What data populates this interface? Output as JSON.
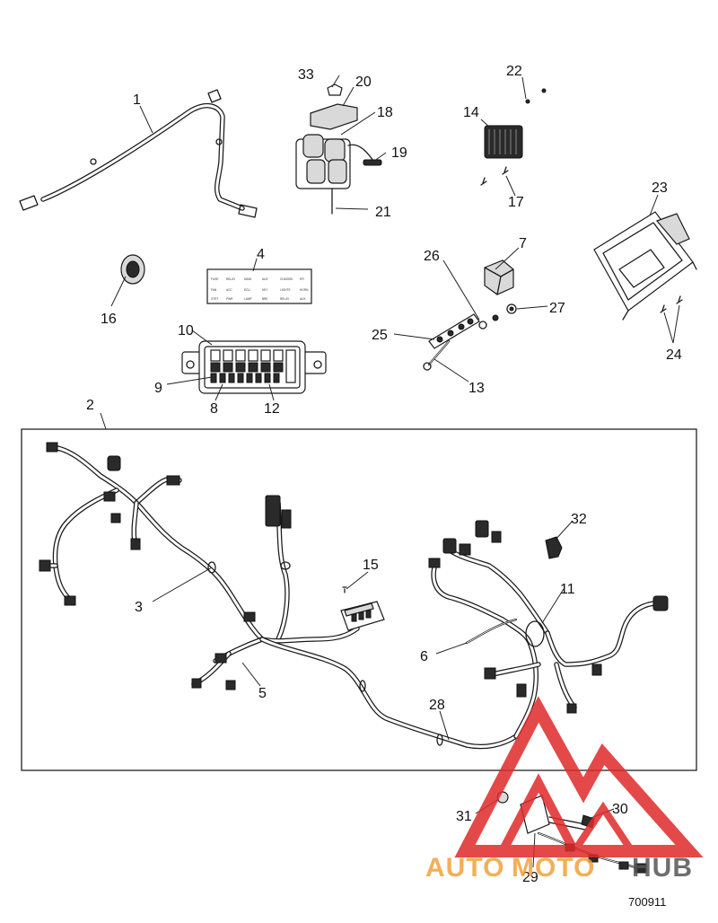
{
  "callouts": {
    "c1": "1",
    "c2": "2",
    "c3": "3",
    "c4": "4",
    "c5": "5",
    "c6": "6",
    "c7": "7",
    "c8": "8",
    "c9": "9",
    "c10": "10",
    "c11": "11",
    "c12": "12",
    "c13": "13",
    "c14": "14",
    "c15": "15",
    "c16": "16",
    "c17": "17",
    "c18": "18",
    "c19": "19",
    "c20": "20",
    "c21": "21",
    "c22": "22",
    "c23": "23",
    "c24": "24",
    "c25": "25",
    "c26": "26",
    "c27": "27",
    "c28": "28",
    "c29": "29",
    "c30": "30",
    "c31": "31",
    "c32": "32",
    "c33": "33"
  },
  "diagram_ref": "700911",
  "watermark": {
    "part1": "AUTO",
    "part2": "MOTO",
    "part3": "HUB",
    "color_primary": "#e02a2a",
    "color_secondary": "#f2a23a"
  }
}
